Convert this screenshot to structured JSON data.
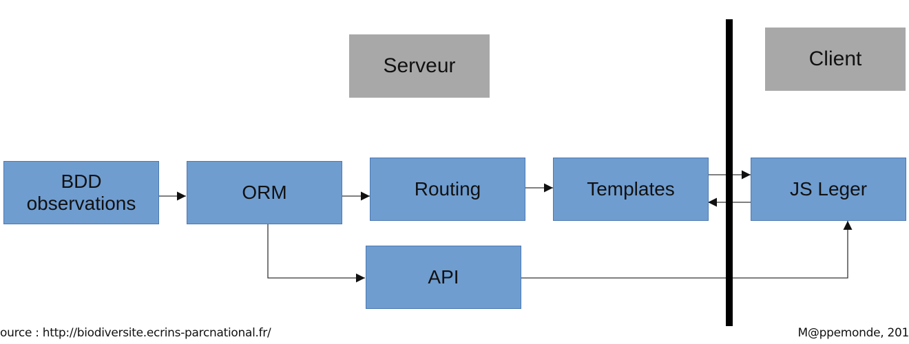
{
  "labels": {
    "server": "Serveur",
    "client": "Client"
  },
  "nodes": {
    "bdd": {
      "line1": "BDD",
      "line2": "observations"
    },
    "orm": "ORM",
    "routing": "Routing",
    "templates": "Templates",
    "js": "JS Leger",
    "api": "API"
  },
  "footer": {
    "source": "ource : http://biodiversite.ecrins-parcnational.fr/",
    "credit": "M@ppemonde, 201"
  },
  "colors": {
    "box_fill": "#6f9dd0",
    "box_border": "#4a78b0",
    "label_fill": "#a8a8a8",
    "divider": "#000000",
    "connector": "#333333"
  }
}
